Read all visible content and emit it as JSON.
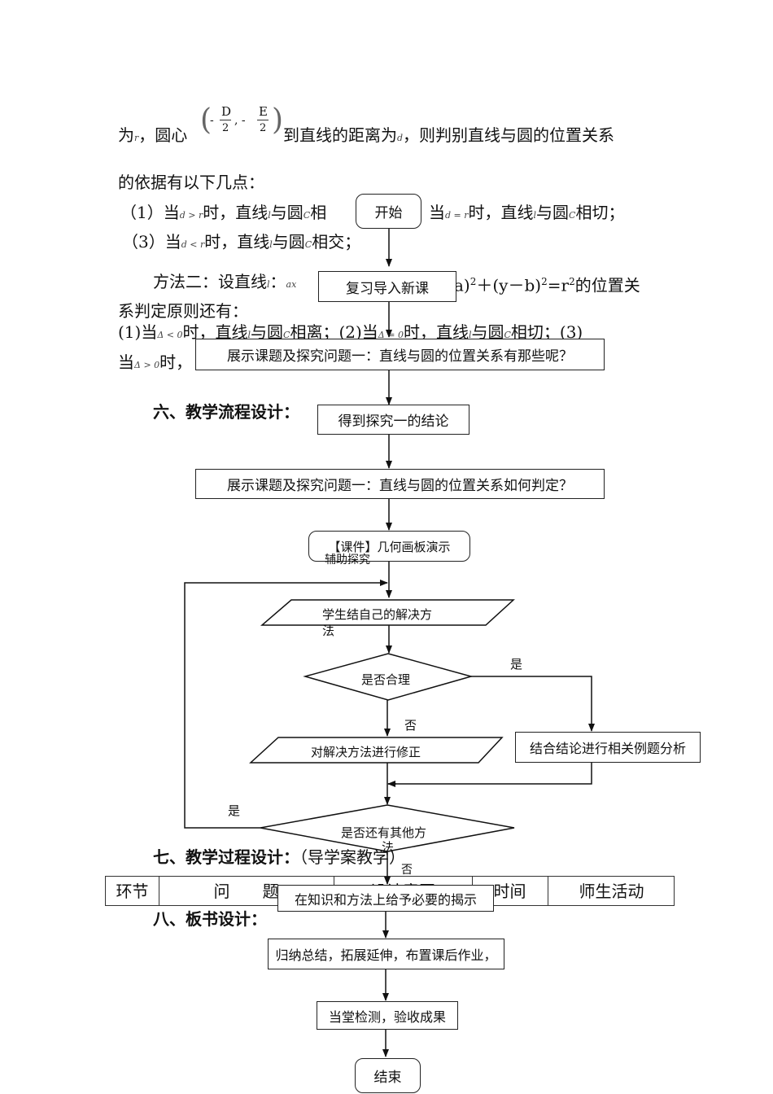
{
  "doc": {
    "line1_a": "为",
    "line1_r": "r",
    "line1_b": "，圆心",
    "center_d_num": "D",
    "center_den": "2",
    "center_e_num": "E",
    "line1_c": "到直线的距离为",
    "line1_d": "d",
    "line1_e": "，则判别直线与圆的位置关系",
    "line2": "的依据有以下几点：",
    "line3_a": "（1）当",
    "line3_cond1": "d > r",
    "line3_b": "时，直线",
    "line3_l": "l",
    "line3_c": "与圆",
    "line3_C": "C",
    "line3_d": "相",
    "line3_e": "当",
    "line3_cond2": "d = r",
    "line3_f": "时，直线",
    "line3_g": "与圆",
    "line3_h": "相切；",
    "line4_a": "（3）当",
    "line4_cond": "d < r",
    "line4_b": "时，直线",
    "line4_c": "与圆",
    "line4_d": "相交；",
    "line5_a": "方法二：设直线",
    "line5_l": "l",
    "line5_b": "：",
    "line5_ax": "ax",
    "line5_c": "a)",
    "line5_d": "＋(y－b)",
    "line5_e": "=r",
    "line5_f": "的位置关",
    "sup2": "2",
    "line6": "系判定原则还有：",
    "line7_a": "(1)当",
    "line7_c1": "Δ < 0",
    "line7_b": "时，直线",
    "line7_c": "与圆",
    "line7_d": "相离；(2)当",
    "line7_c2": "Δ = 0",
    "line7_e": "时，直线",
    "line7_f": "与圆",
    "line7_g": "相切；(3)",
    "line8_a": "当",
    "line8_cond": "Δ > 0",
    "line8_b": "时，",
    "h6": "六、教学流程设计：",
    "h7": "七、教学过程设计：",
    "h7_sub": "（导学案教学）",
    "h8": "八、板书设计："
  },
  "table": {
    "headers": [
      "环节",
      "问　　题",
      "设计意图",
      "时间",
      "师生活动"
    ]
  },
  "flow": {
    "start": "开始",
    "review": "复习导入新课",
    "show1": "展示课题及探究问题一：直线与圆的位置关系有那些呢？",
    "conclusion1": "得到探究一的结论",
    "show2": "展示课题及探究问题一：直线与圆的位置关系如何判定？",
    "courseware_a": "【课件】几何画板演示",
    "courseware_b": "辅助探究",
    "student_a": "学生结自己的解决方",
    "student_b": "法",
    "reasonable": "是否合理",
    "yes1": "是",
    "no1": "否",
    "correct": "对解决方法进行修正",
    "combine": "结合结论进行相关例题分析",
    "other_a": "是否还有其他方",
    "other_b": "法",
    "yes2": "是",
    "no2": "否",
    "reveal": "在知识和方法上给予必要的揭示",
    "summary": "归纳总结，拓展延伸，布置课后作业，",
    "check": "当堂检测，验收成果",
    "end": "结束"
  }
}
